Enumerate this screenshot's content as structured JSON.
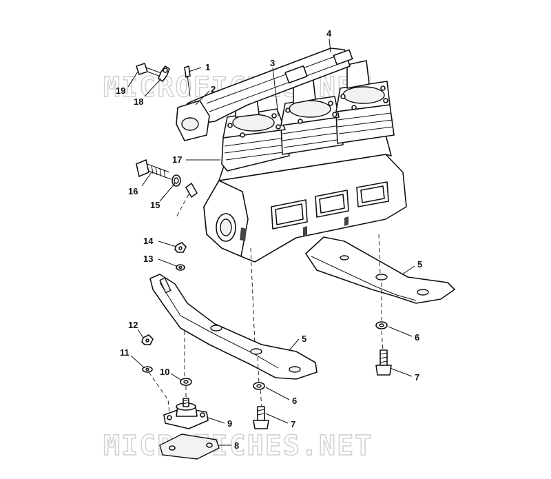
{
  "watermark": {
    "top": "MICROFICHES.NET",
    "bottom": "MICROFICHES.NET"
  },
  "callouts": [
    {
      "id": "c1",
      "label": "1"
    },
    {
      "id": "c2",
      "label": "2"
    },
    {
      "id": "c3",
      "label": "3"
    },
    {
      "id": "c4",
      "label": "4"
    },
    {
      "id": "c5a",
      "label": "5"
    },
    {
      "id": "c5b",
      "label": "5"
    },
    {
      "id": "c6a",
      "label": "6"
    },
    {
      "id": "c6b",
      "label": "6"
    },
    {
      "id": "c7a",
      "label": "7"
    },
    {
      "id": "c7b",
      "label": "7"
    },
    {
      "id": "c8",
      "label": "8"
    },
    {
      "id": "c9",
      "label": "9"
    },
    {
      "id": "c10",
      "label": "10"
    },
    {
      "id": "c11",
      "label": "11"
    },
    {
      "id": "c12",
      "label": "12"
    },
    {
      "id": "c13",
      "label": "13"
    },
    {
      "id": "c14",
      "label": "14"
    },
    {
      "id": "c15",
      "label": "15"
    },
    {
      "id": "c16",
      "label": "16"
    },
    {
      "id": "c17",
      "label": "17"
    },
    {
      "id": "c18",
      "label": "18"
    },
    {
      "id": "c19",
      "label": "19"
    }
  ]
}
